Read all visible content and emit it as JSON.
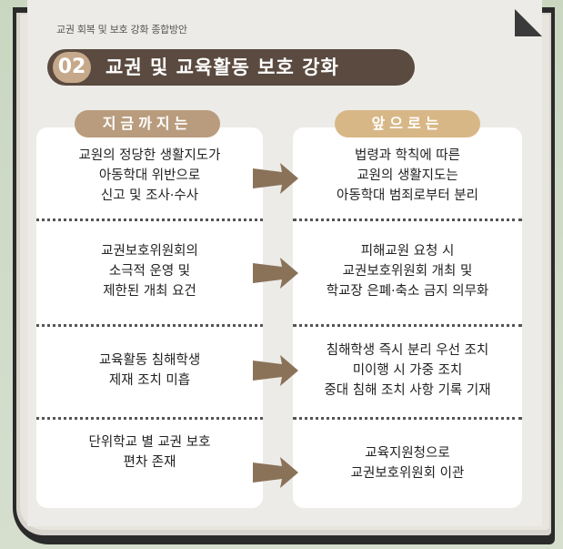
{
  "header": {
    "small_title": "교권 회복 및 보호 강화 종합방안",
    "section_number": "02",
    "section_title": "교권 및 교육활동 보호 강화"
  },
  "columns": {
    "left_label": "지금까지는",
    "right_label": "앞으로는"
  },
  "rows": [
    {
      "before": "교원의 정당한 생활지도가\n아동학대 위반으로\n신고 및 조사·수사",
      "after": "법령과 학칙에 따른\n교원의 생활지도는\n아동학대 범죄로부터 분리"
    },
    {
      "before": "교권보호위원회의\n소극적 운영 및\n제한된 개최 요건",
      "after": "피해교원 요청 시\n교권보호위원회 개최 및\n학교장 은폐·축소 금지 의무화"
    },
    {
      "before": "교육활동 침해학생\n제재 조치 미흡",
      "after": "침해학생 즉시 분리 우선 조치\n미이행 시 가중 조치\n중대 침해 조치 사항 기록 기재"
    },
    {
      "before": "단위학교 별 교권 보호\n편차 존재",
      "after": "교육지원청으로\n교권보호위원회 이관"
    }
  ],
  "colors": {
    "badge_dark": "#5a4a3f",
    "badge_number": "#c6a98a",
    "left_header": "#b89c7d",
    "right_header": "#d8b787",
    "arrow": "#8a7259"
  },
  "icons": {
    "arrow": "right-arrow-icon"
  }
}
